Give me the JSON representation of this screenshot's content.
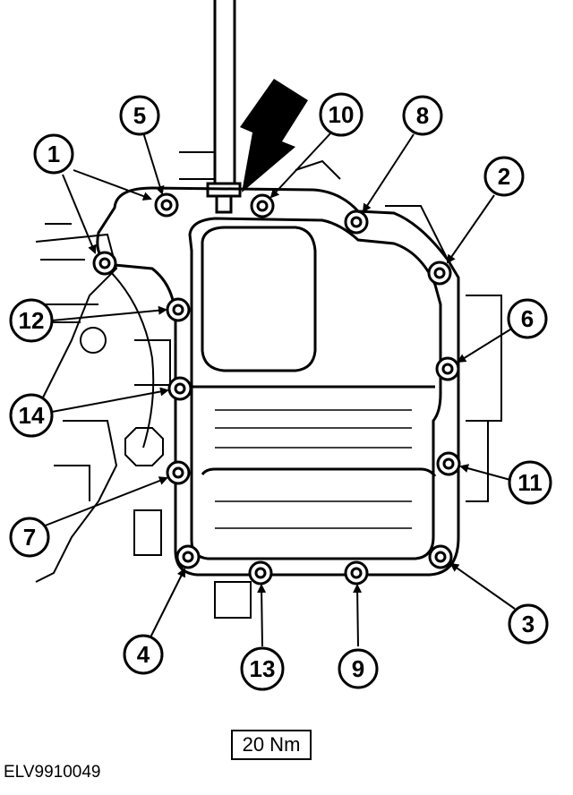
{
  "torque_label": "20 Nm",
  "reference_code": "ELV9910049",
  "callouts": [
    {
      "id": "c1",
      "label": "1"
    },
    {
      "id": "c2",
      "label": "2"
    },
    {
      "id": "c3",
      "label": "3"
    },
    {
      "id": "c4",
      "label": "4"
    },
    {
      "id": "c5",
      "label": "5"
    },
    {
      "id": "c6",
      "label": "6"
    },
    {
      "id": "c7",
      "label": "7"
    },
    {
      "id": "c8",
      "label": "8"
    },
    {
      "id": "c9",
      "label": "9"
    },
    {
      "id": "c10",
      "label": "10"
    },
    {
      "id": "c11",
      "label": "11"
    },
    {
      "id": "c12",
      "label": "12"
    },
    {
      "id": "c13",
      "label": "13"
    },
    {
      "id": "c14",
      "label": "14"
    }
  ]
}
